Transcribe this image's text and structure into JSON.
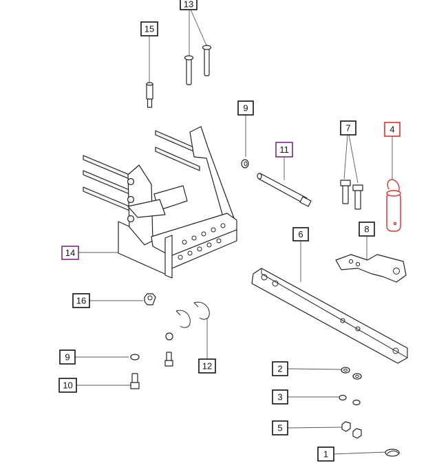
{
  "diagram": {
    "callouts": [
      {
        "id": "c13",
        "label": "13",
        "style": "normal"
      },
      {
        "id": "c15",
        "label": "15",
        "style": "normal"
      },
      {
        "id": "c9a",
        "label": "9",
        "style": "normal"
      },
      {
        "id": "c11",
        "label": "11",
        "style": "purple"
      },
      {
        "id": "c7",
        "label": "7",
        "style": "normal"
      },
      {
        "id": "c4",
        "label": "4",
        "style": "red"
      },
      {
        "id": "c6",
        "label": "6",
        "style": "normal"
      },
      {
        "id": "c8",
        "label": "8",
        "style": "normal"
      },
      {
        "id": "c14",
        "label": "14",
        "style": "purple"
      },
      {
        "id": "c16",
        "label": "16",
        "style": "normal"
      },
      {
        "id": "c12",
        "label": "12",
        "style": "normal"
      },
      {
        "id": "c9b",
        "label": "9",
        "style": "normal"
      },
      {
        "id": "c10",
        "label": "10",
        "style": "normal"
      },
      {
        "id": "c2",
        "label": "2",
        "style": "normal"
      },
      {
        "id": "c3",
        "label": "3",
        "style": "normal"
      },
      {
        "id": "c5",
        "label": "5",
        "style": "normal"
      },
      {
        "id": "c1",
        "label": "1",
        "style": "normal"
      }
    ],
    "colors": {
      "normal": "#111111",
      "purple": "#7a2a7e",
      "red": "#d0342c",
      "line": "#222222"
    }
  }
}
